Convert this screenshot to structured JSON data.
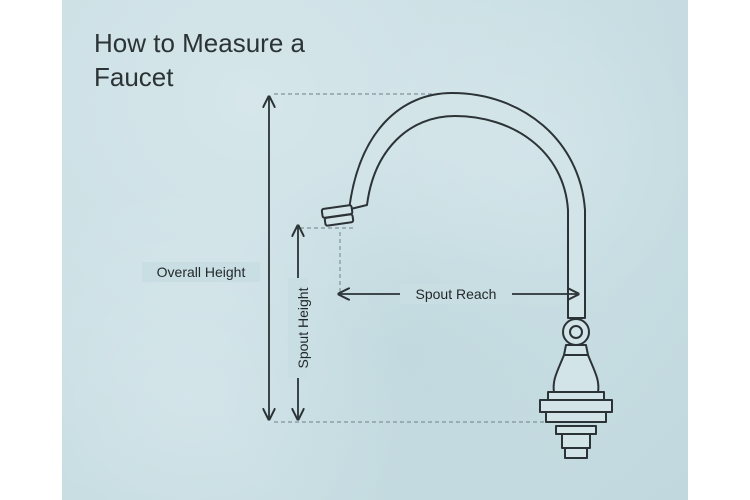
{
  "title": "How to Measure a Faucet",
  "labels": {
    "overall_height": "Overall Height",
    "spout_height": "Spout Height",
    "spout_reach": "Spout Reach"
  },
  "colors": {
    "background": "#c9dee3",
    "line": "#2b3336",
    "faucet_fill": "#d2e4e8"
  }
}
